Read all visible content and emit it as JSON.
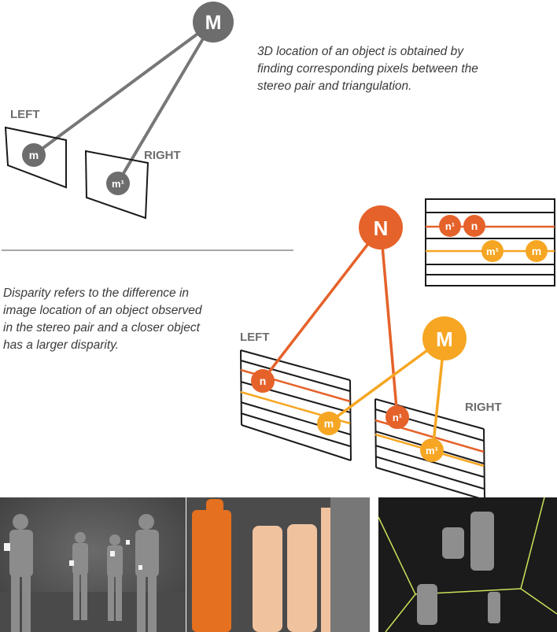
{
  "top_diagram": {
    "point_label": "M",
    "left_label": "LEFT",
    "right_label": "RIGHT",
    "left_point": "m",
    "right_point": "m¹",
    "caption_lines": [
      "3D location of an object is obtained by",
      "finding corresponding pixels between the",
      "stereo pair and triangulation."
    ]
  },
  "bottom_diagram": {
    "near_point": "N",
    "far_point": "M",
    "left_label": "LEFT",
    "right_label": "RIGHT",
    "left_n": "n",
    "left_m": "m",
    "right_n": "n¹",
    "right_m": "m¹",
    "inset_n1": "n¹",
    "inset_n": "n",
    "inset_m1": "m¹",
    "inset_m": "m",
    "caption_lines": [
      "Disparity refers to the difference in",
      "image location of an object observed",
      "in the stereo pair and a closer object",
      "has a larger disparity."
    ]
  },
  "colors": {
    "gray": "#6d6d6d",
    "dark_orange": "#e5622a",
    "light_orange": "#f6a623",
    "line": "#1a1a1a",
    "divider": "#8a8a8a"
  }
}
